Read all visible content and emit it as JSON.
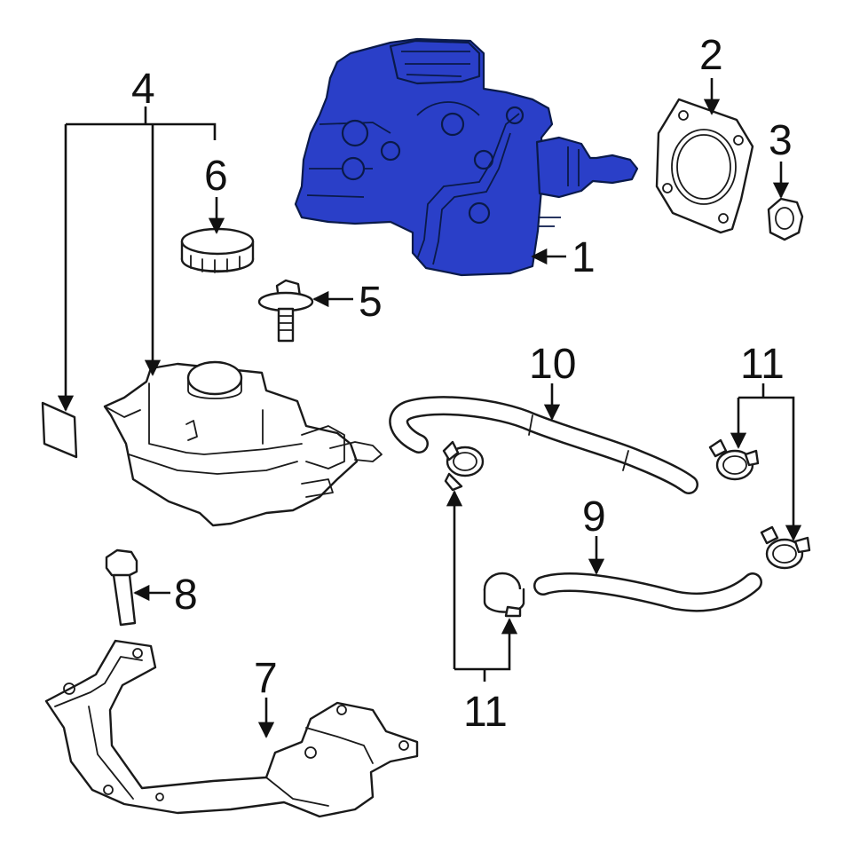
{
  "callouts": {
    "c1": "1",
    "c2": "2",
    "c3": "3",
    "c4": "4",
    "c5": "5",
    "c6": "6",
    "c7": "7",
    "c8": "8",
    "c9": "9",
    "c10": "10",
    "c11a": "11",
    "c11b": "11"
  },
  "colors": {
    "highlight": "#2a3fc8",
    "line": "#1a1a1a",
    "background": "#ffffff"
  }
}
